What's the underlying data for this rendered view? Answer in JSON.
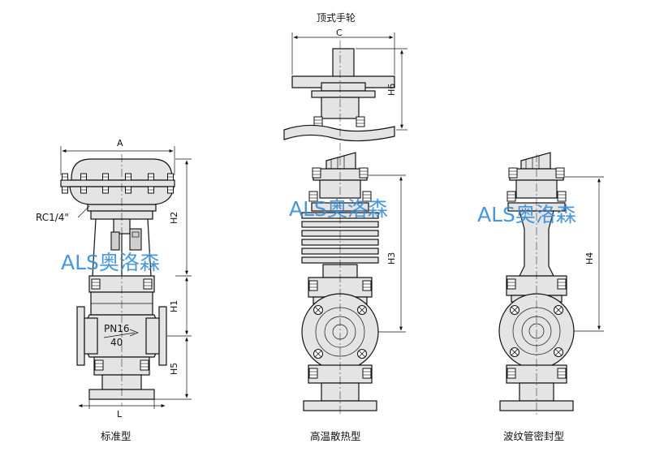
{
  "colors": {
    "watermark": "#3a8fd8",
    "line": "#111111",
    "fill": "#e4e4e4"
  },
  "standard": {
    "caption": "标准型",
    "dim_a": "A",
    "dim_l": "L",
    "dim_h2": "H2",
    "dim_h1": "H1",
    "dim_h5": "H5",
    "port": "RC1/4\"",
    "pressure": "PN16",
    "size": "40",
    "watermark": "ALS奥洛森"
  },
  "high_temp": {
    "caption": "高温散热型",
    "top_label": "顶式手轮",
    "dim_c": "C",
    "dim_h6": "H6",
    "dim_h3": "H3",
    "watermark": "ALS奥洛森"
  },
  "bellows": {
    "caption": "波纹管密封型",
    "dim_h4": "H4",
    "watermark": "ALS奥洛森"
  }
}
